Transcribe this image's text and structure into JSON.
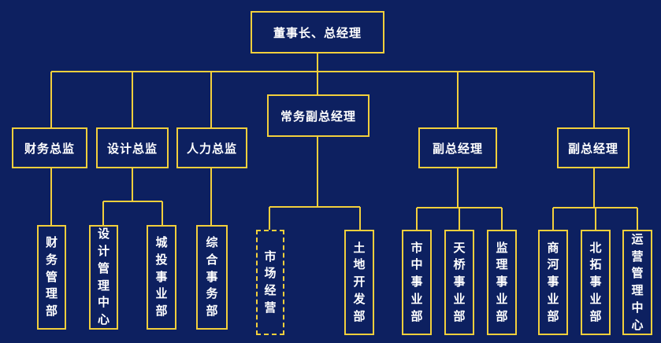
{
  "colors": {
    "background": "#0d2060",
    "line": "#f2cf3c",
    "text": "#ffffff"
  },
  "top": {
    "label": "董事长、总经理"
  },
  "level2": {
    "finance_director": "财务总监",
    "design_director": "设计总监",
    "hr_director": "人力总监",
    "exec_vp": "常务副总经理",
    "vp_1": "副总经理",
    "vp_2": "副总经理"
  },
  "level3": {
    "finance_dept": "财务管理部",
    "design_center": "设计管理中心",
    "urban_investment": "城投事业部",
    "general_affairs": "综合事务部",
    "marketing": "市场经营",
    "land_development": "土地开发部",
    "city_center": "市中事业部",
    "tianqiao": "天桥事业部",
    "supervision": "监理事业部",
    "shanghe": "商河事业部",
    "beituo": "北拓事业部",
    "operations_center": "运营管理中心"
  }
}
